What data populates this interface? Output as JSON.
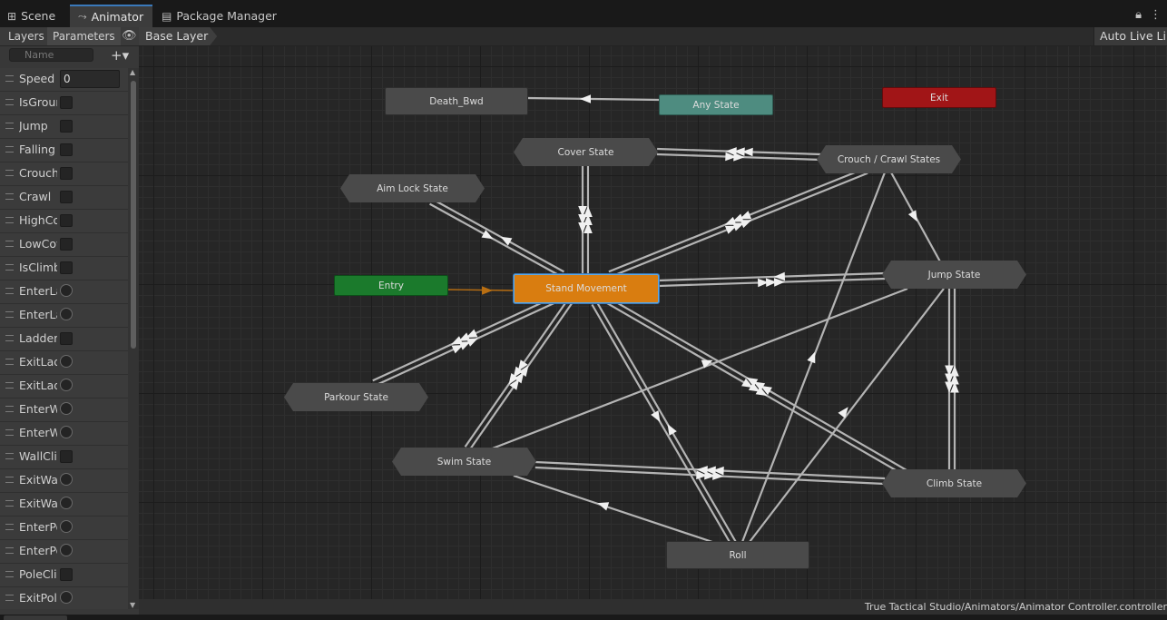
{
  "tabs": [
    {
      "label": "Scene",
      "icon": "grid-icon"
    },
    {
      "label": "Animator",
      "icon": "animator-icon"
    },
    {
      "label": "Package Manager",
      "icon": "package-icon"
    }
  ],
  "window_icons": [
    "lock-icon",
    "kebab-menu-icon"
  ],
  "panel": {
    "tabs": [
      "Layers",
      "Parameters"
    ],
    "active_tab": "Parameters",
    "search_placeholder": "Name",
    "parameters": [
      {
        "name": "Speed",
        "type": "float",
        "value": "0"
      },
      {
        "name": "IsGrounded",
        "type": "bool"
      },
      {
        "name": "Jump",
        "type": "bool"
      },
      {
        "name": "Falling",
        "type": "bool"
      },
      {
        "name": "Crouch",
        "type": "bool"
      },
      {
        "name": "Crawl",
        "type": "bool"
      },
      {
        "name": "HighCover",
        "type": "bool"
      },
      {
        "name": "LowCover",
        "type": "bool"
      },
      {
        "name": "IsClimbing",
        "type": "bool"
      },
      {
        "name": "EnterLadder",
        "type": "trigger"
      },
      {
        "name": "EnterLadder",
        "type": "trigger"
      },
      {
        "name": "LadderClimb",
        "type": "bool"
      },
      {
        "name": "ExitLadder",
        "type": "trigger"
      },
      {
        "name": "ExitLadder",
        "type": "trigger"
      },
      {
        "name": "EnterWall",
        "type": "trigger"
      },
      {
        "name": "EnterWall",
        "type": "trigger"
      },
      {
        "name": "WallClimb",
        "type": "bool"
      },
      {
        "name": "ExitWall",
        "type": "trigger"
      },
      {
        "name": "ExitWall",
        "type": "trigger"
      },
      {
        "name": "EnterPole",
        "type": "trigger"
      },
      {
        "name": "EnterPole",
        "type": "trigger"
      },
      {
        "name": "PoleClimb",
        "type": "bool"
      },
      {
        "name": "ExitPole",
        "type": "trigger"
      }
    ]
  },
  "breadcrumb": "Base Layer",
  "auto_live_link": "Auto Live Link",
  "nodes": {
    "death": "Death_Bwd",
    "any": "Any State",
    "exit": "Exit",
    "cover": "Cover State",
    "crouch": "Crouch / Crawl States",
    "aim": "Aim Lock State",
    "entry": "Entry",
    "stand": "Stand Movement",
    "jump": "Jump State",
    "parkour": "Parkour State",
    "swim": "Swim State",
    "climb": "Climb State",
    "roll": "Roll"
  },
  "colors": {
    "entry": "#1b7a2c",
    "any": "#4e8c80",
    "exit": "#a11517",
    "default_state": "#d97d10",
    "state": "#4a4a4a",
    "transition": "#b4b4b4",
    "entry_transition": "#b86e12"
  },
  "asset_path": "True Tactical Studio/Animators/Animator Controller.controller"
}
